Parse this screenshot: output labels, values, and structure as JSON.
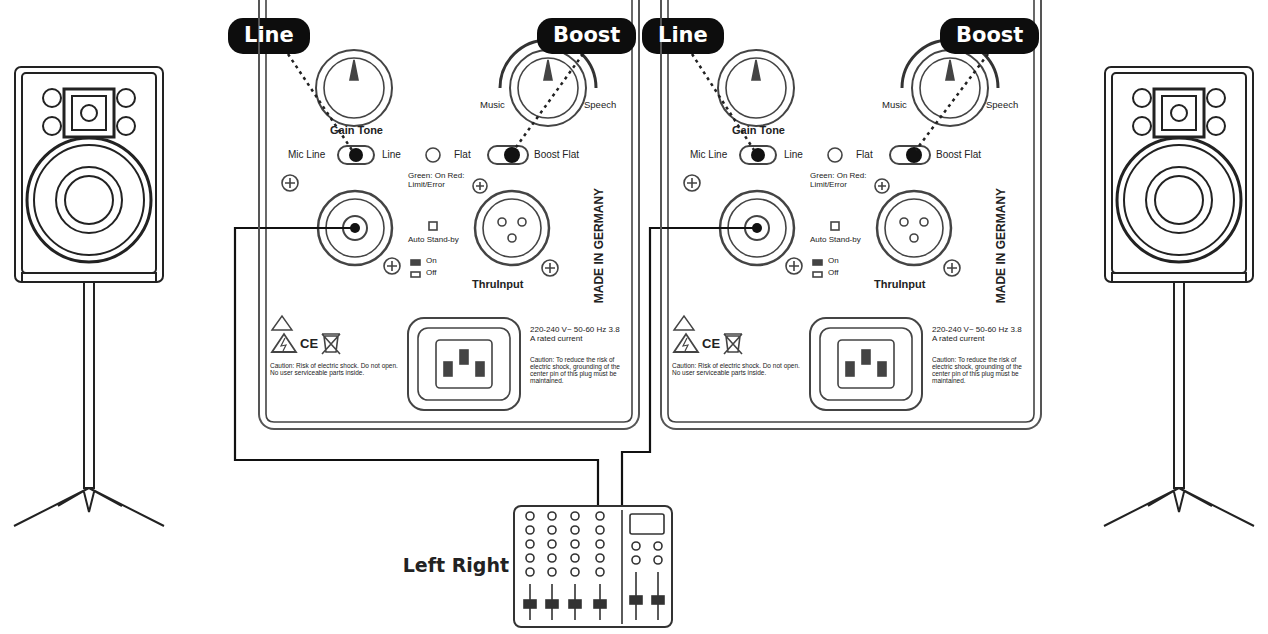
{
  "diagram": {
    "nodes": [
      {
        "text": [
          "Line"
        ]
      },
      {
        "text": [
          "Boost"
        ]
      },
      {
        "text": [
          "Line"
        ]
      },
      {
        "text": [
          "Boost"
        ]
      },
      {
        "text": [
          "Gain Tone",
          "Music",
          "Speech",
          "Mic Line",
          "Line",
          "Flat",
          "Boost Flat",
          "Green: On Red: Limit/Error",
          "Auto Stand-by",
          "On",
          "Off",
          "ThruInput",
          "MADE IN GERMANY",
          "220-240 V~ 50-60 Hz 3.8 A rated current",
          "Caution: Risk of electric shock. Do not open. No user serviceable parts inside.",
          "Caution: To reduce the risk of electric shock, grounding of the center pin of this plug must be maintained.",
          "CE"
        ]
      },
      {
        "text": [
          "Gain Tone",
          "Music",
          "Speech",
          "Mic Line",
          "Line",
          "Flat",
          "Boost Flat",
          "Green: On Red: Limit/Error",
          "Auto Stand-by",
          "On",
          "Off",
          "ThruInput",
          "MADE IN GERMANY",
          "220-240 V~ 50-60 Hz 3.8 A rated current",
          "Caution: Risk of electric shock. Do not open. No user serviceable parts inside.",
          "Caution: To reduce the risk of electric shock, grounding of the center pin of this plug must be maintained.",
          "CE"
        ]
      },
      {
        "text": [
          "Left Right"
        ]
      }
    ],
    "edges": [
      {
        "from": 6,
        "to": 4,
        "arrow": "none"
      },
      {
        "from": 6,
        "to": 5,
        "arrow": "none"
      }
    ]
  }
}
